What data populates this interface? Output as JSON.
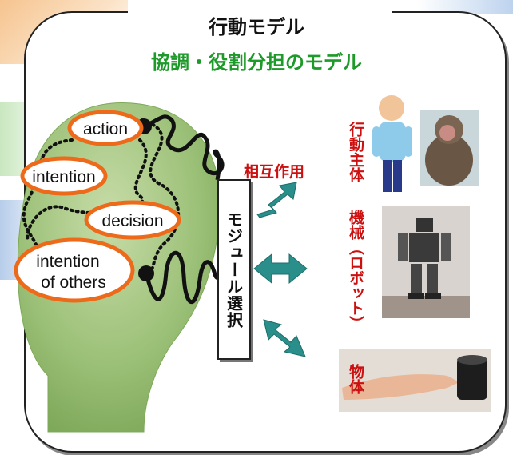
{
  "titles": {
    "main": "行動モデル",
    "sub": "協調・役割分担のモデル"
  },
  "head_nodes": {
    "action": "action",
    "intention": "intention",
    "decision": "decision",
    "intention_others_line1": "intention",
    "intention_others_line2": "of others"
  },
  "module_selection": "モジュール選択",
  "interaction": "相互作用",
  "categories": {
    "agent": "行動主体",
    "machine": "機械（ロボット）",
    "object": "物体"
  },
  "colors": {
    "title_green": "#1e9a2a",
    "label_red": "#cc1010",
    "head_green": "#9ec27a",
    "bubble_border": "#ec6a1a",
    "arrow_teal": "#2a8f8a"
  }
}
